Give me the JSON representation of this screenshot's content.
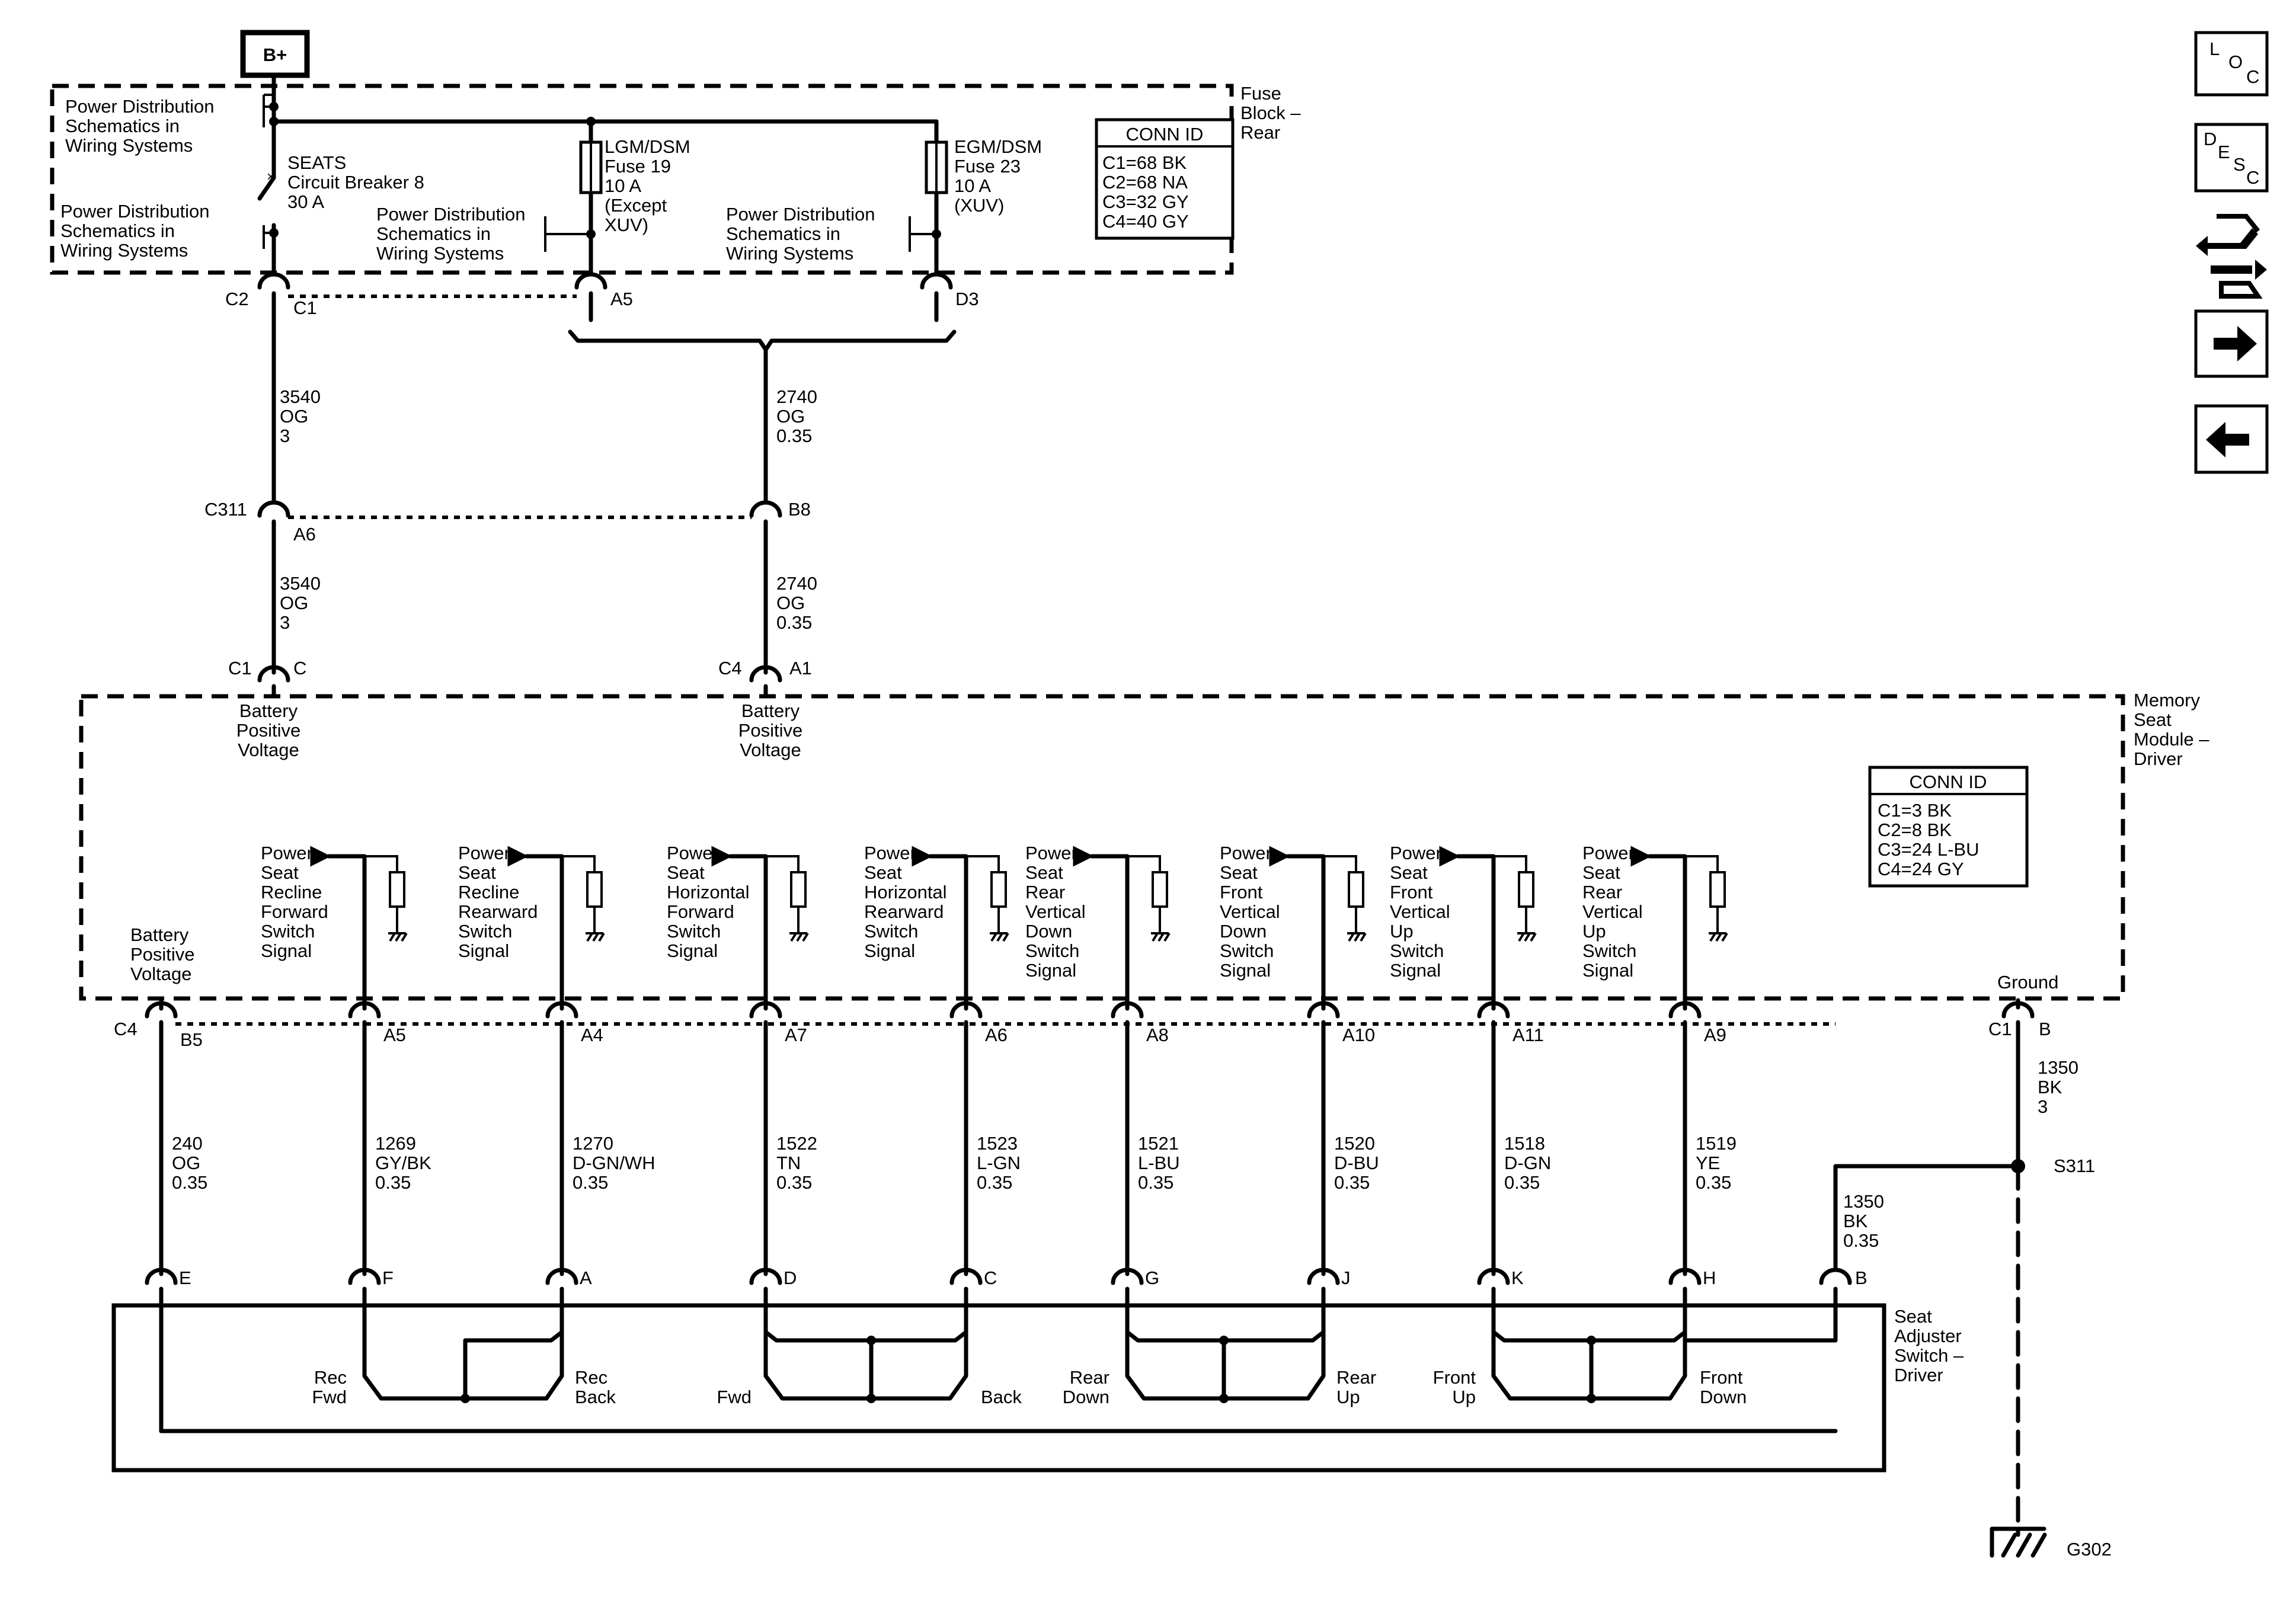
{
  "battery": {
    "label": "B+"
  },
  "fuse_block": {
    "title": [
      "Fuse",
      "Block –",
      "Rear"
    ],
    "pd_ref": [
      "Power Distribution",
      "Schematics in",
      "Wiring Systems"
    ],
    "breaker": [
      "SEATS",
      "Circuit Breaker 8",
      "30 A"
    ],
    "fuse19": [
      "LGM/DSM",
      "Fuse 19",
      "10 A",
      "(Except",
      "XUV)"
    ],
    "fuse23": [
      "EGM/DSM",
      "Fuse 23",
      "10 A",
      "(XUV)"
    ],
    "conn_id": {
      "title": "CONN ID",
      "rows": [
        "C1=68 BK",
        "C2=68 NA",
        "C3=32 GY",
        "C4=40 GY"
      ]
    },
    "pins": {
      "c2": "C2",
      "c1": "C1",
      "a5": "A5",
      "d3": "D3"
    }
  },
  "wires_upper": {
    "left": [
      "3540",
      "OG",
      "3"
    ],
    "right": [
      "2740",
      "OG",
      "0.35"
    ]
  },
  "c311": {
    "name": "C311",
    "left_pin": "A6",
    "right_pin": "B8"
  },
  "module": {
    "title": [
      "Memory",
      "Seat",
      "Module –",
      "Driver"
    ],
    "top_left": {
      "conn": "C1",
      "pin": "C"
    },
    "top_right": {
      "conn": "C4",
      "pin": "A1"
    },
    "bpv": [
      "Battery",
      "Positive",
      "Voltage"
    ],
    "conn_id": {
      "title": "CONN ID",
      "rows": [
        "C1=3 BK",
        "C2=8 BK",
        "C3=24 L-BU",
        "C4=24 GY"
      ]
    },
    "ground_label": "Ground",
    "ground_conn": "C1",
    "ground_pin": "B",
    "bottom_conn": "C4",
    "signals": [
      [
        "Power",
        "Seat",
        "Recline",
        "Forward",
        "Switch",
        "Signal"
      ],
      [
        "Power",
        "Seat",
        "Recline",
        "Rearward",
        "Switch",
        "Signal"
      ],
      [
        "Power",
        "Seat",
        "Horizontal",
        "Forward",
        "Switch",
        "Signal"
      ],
      [
        "Power",
        "Seat",
        "Horizontal",
        "Rearward",
        "Switch",
        "Signal"
      ],
      [
        "Power",
        "Seat",
        "Rear",
        "Vertical",
        "Down",
        "Switch",
        "Signal"
      ],
      [
        "Power",
        "Seat",
        "Front",
        "Vertical",
        "Down",
        "Switch",
        "Signal"
      ],
      [
        "Power",
        "Seat",
        "Front",
        "Vertical",
        "Up",
        "Switch",
        "Signal"
      ],
      [
        "Power",
        "Seat",
        "Rear",
        "Vertical",
        "Up",
        "Switch",
        "Signal"
      ]
    ]
  },
  "circuits": [
    {
      "module_pin": "B5",
      "wire": [
        "240",
        "OG",
        "0.35"
      ],
      "switch_pin": "E"
    },
    {
      "module_pin": "A5",
      "wire": [
        "1269",
        "GY/BK",
        "0.35"
      ],
      "switch_pin": "F"
    },
    {
      "module_pin": "A4",
      "wire": [
        "1270",
        "D-GN/WH",
        "0.35"
      ],
      "switch_pin": "A"
    },
    {
      "module_pin": "A7",
      "wire": [
        "1522",
        "TN",
        "0.35"
      ],
      "switch_pin": "D"
    },
    {
      "module_pin": "A6",
      "wire": [
        "1523",
        "L-GN",
        "0.35"
      ],
      "switch_pin": "C"
    },
    {
      "module_pin": "A8",
      "wire": [
        "1521",
        "L-BU",
        "0.35"
      ],
      "switch_pin": "G"
    },
    {
      "module_pin": "A10",
      "wire": [
        "1520",
        "D-BU",
        "0.35"
      ],
      "switch_pin": "J"
    },
    {
      "module_pin": "A11",
      "wire": [
        "1518",
        "D-GN",
        "0.35"
      ],
      "switch_pin": "K"
    },
    {
      "module_pin": "A9",
      "wire": [
        "1519",
        "YE",
        "0.35"
      ],
      "switch_pin": "H"
    }
  ],
  "ground": {
    "wire_top": [
      "1350",
      "BK",
      "3"
    ],
    "splice": "S311",
    "wire_branch": [
      "1350",
      "BK",
      "0.35"
    ],
    "branch_pin": "B",
    "ground_id": "G302"
  },
  "switch": {
    "title": [
      "Seat",
      "Adjuster",
      "Switch –",
      "Driver"
    ],
    "labels": {
      "rec_fwd": [
        "Rec",
        "Fwd"
      ],
      "rec_back": [
        "Rec",
        "Back"
      ],
      "fwd": "Fwd",
      "back": "Back",
      "rear_down": [
        "Rear",
        "Down"
      ],
      "rear_up": [
        "Rear",
        "Up"
      ],
      "front_up": [
        "Front",
        "Up"
      ],
      "front_down": [
        "Front",
        "Down"
      ]
    }
  },
  "nav": {
    "loc": [
      "L",
      "O",
      "C"
    ],
    "desc": [
      "D",
      "E",
      "S",
      "C"
    ],
    "icons": [
      "connector-view-icon",
      "next-arrow-icon",
      "previous-arrow-icon"
    ]
  }
}
